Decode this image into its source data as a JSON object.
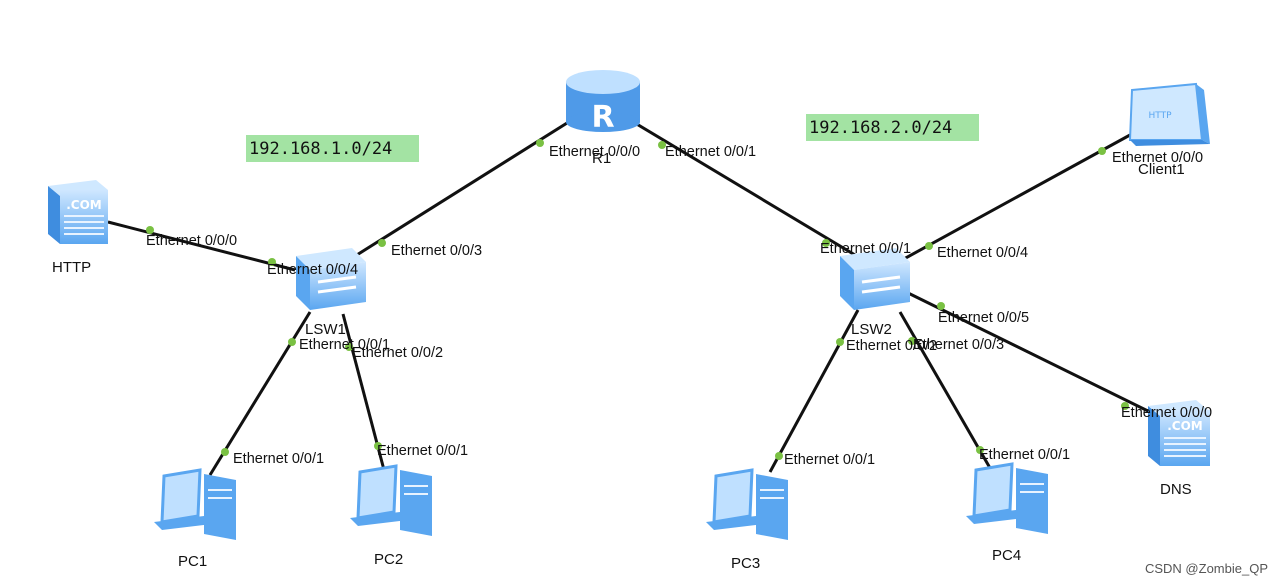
{
  "networks": {
    "left": "192.168.1.0/24",
    "right": "192.168.2.0/24"
  },
  "devices": {
    "r1": "R1",
    "lsw1": "LSW1",
    "lsw2": "LSW2",
    "http": "HTTP",
    "client1": "Client1",
    "dns": "DNS",
    "pc1": "PC1",
    "pc2": "PC2",
    "pc3": "PC3",
    "pc4": "PC4"
  },
  "icon_text": {
    "router": "R",
    "server": ".COM",
    "client": "HTTP"
  },
  "ports": {
    "r1_e000": "Ethernet 0/0/0",
    "r1_e001": "Ethernet 0/0/1",
    "lsw1_e003": "Ethernet 0/0/3",
    "lsw1_e004": "Ethernet 0/0/4",
    "lsw1_e001": "Ethernet 0/0/1",
    "lsw1_e002": "Ethernet 0/0/2",
    "http_e000": "Ethernet 0/0/0",
    "pc1_e001": "Ethernet 0/0/1",
    "pc2_e001": "Ethernet 0/0/1",
    "lsw2_e001": "Ethernet 0/0/1",
    "lsw2_e004": "Ethernet 0/0/4",
    "lsw2_e005": "Ethernet 0/0/5",
    "lsw2_e002": "Ethernet 0/0/2",
    "lsw2_e003": "Ethernet 0/0/3",
    "client1_e000": "Ethernet 0/0/0",
    "dns_e000": "Ethernet 0/0/0",
    "pc3_e001": "Ethernet 0/0/1",
    "pc4_e001": "Ethernet 0/0/1"
  },
  "watermark": "CSDN @Zombie_QP",
  "colors": {
    "subnet_highlight": "#a3e3a3",
    "port_dot": "#7ac143",
    "device_blue": "#5aa6f0",
    "device_light": "#cfe8ff"
  }
}
